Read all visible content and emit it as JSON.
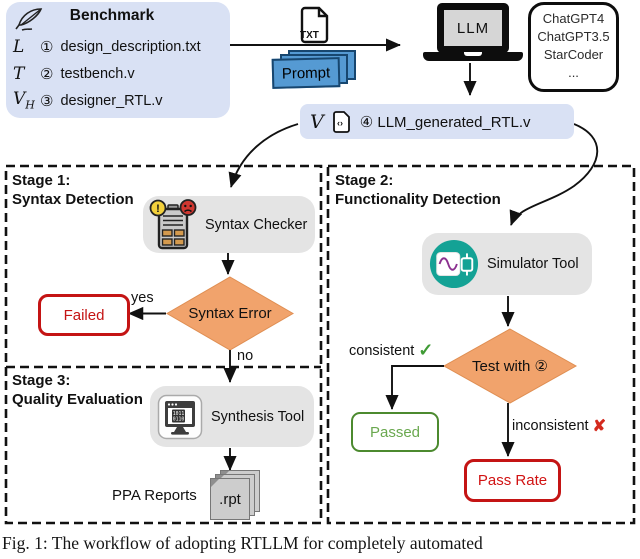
{
  "benchmark": {
    "title": "Benchmark",
    "items": [
      {
        "symbol": "L",
        "sub": "",
        "num": "①",
        "file": "design_description.txt"
      },
      {
        "symbol": "T",
        "sub": "",
        "num": "②",
        "file": "testbench.v"
      },
      {
        "symbol": "V",
        "sub": "H",
        "num": "③",
        "file": "designer_RTL.v"
      }
    ]
  },
  "top": {
    "txt_icon_label": "TXT",
    "prompt_label": "Prompt",
    "llm_label": "LLM",
    "models": [
      "ChatGPT4",
      "ChatGPT3.5",
      "StarCoder",
      "..."
    ]
  },
  "generated": {
    "symbol": "V",
    "code_icon_glyph": "‹›",
    "file": "④ LLM_generated_RTL.v"
  },
  "stage1": {
    "title_line1": "Stage 1:",
    "title_line2": "Syntax Detection",
    "tool": "Syntax Checker",
    "diamond": "Syntax Error",
    "yes_label": "yes",
    "no_label": "no",
    "failed": "Failed"
  },
  "stage2": {
    "title_line1": "Stage 2:",
    "title_line2": "Functionality Detection",
    "tool": "Simulator Tool",
    "diamond": "Test with ②",
    "consistent_label": "consistent",
    "inconsistent_label": "inconsistent",
    "check_glyph": "✓",
    "cross_glyph": "✘",
    "passed": "Passed",
    "pass_rate": "Pass Rate"
  },
  "stage3": {
    "title_line1": "Stage 3:",
    "title_line2": "Quality Evaluation",
    "tool": "Synthesis Tool",
    "reports_label": "PPA Reports",
    "rpt_file": ".rpt",
    "binary_row1": "1011",
    "binary_row2": "0110"
  },
  "caption": "Fig. 1: The workflow of adopting RTLLM for completely automated",
  "colors": {
    "benchmark_fill": "#d9e1f4",
    "prompt_blue": "#559ad3",
    "diamond_orange": "#f1a36c",
    "tool_gray": "#e4e4e4",
    "simulator_teal": "#14a295",
    "fail_red": "#c41414",
    "pass_green": "#4c8a2f"
  }
}
